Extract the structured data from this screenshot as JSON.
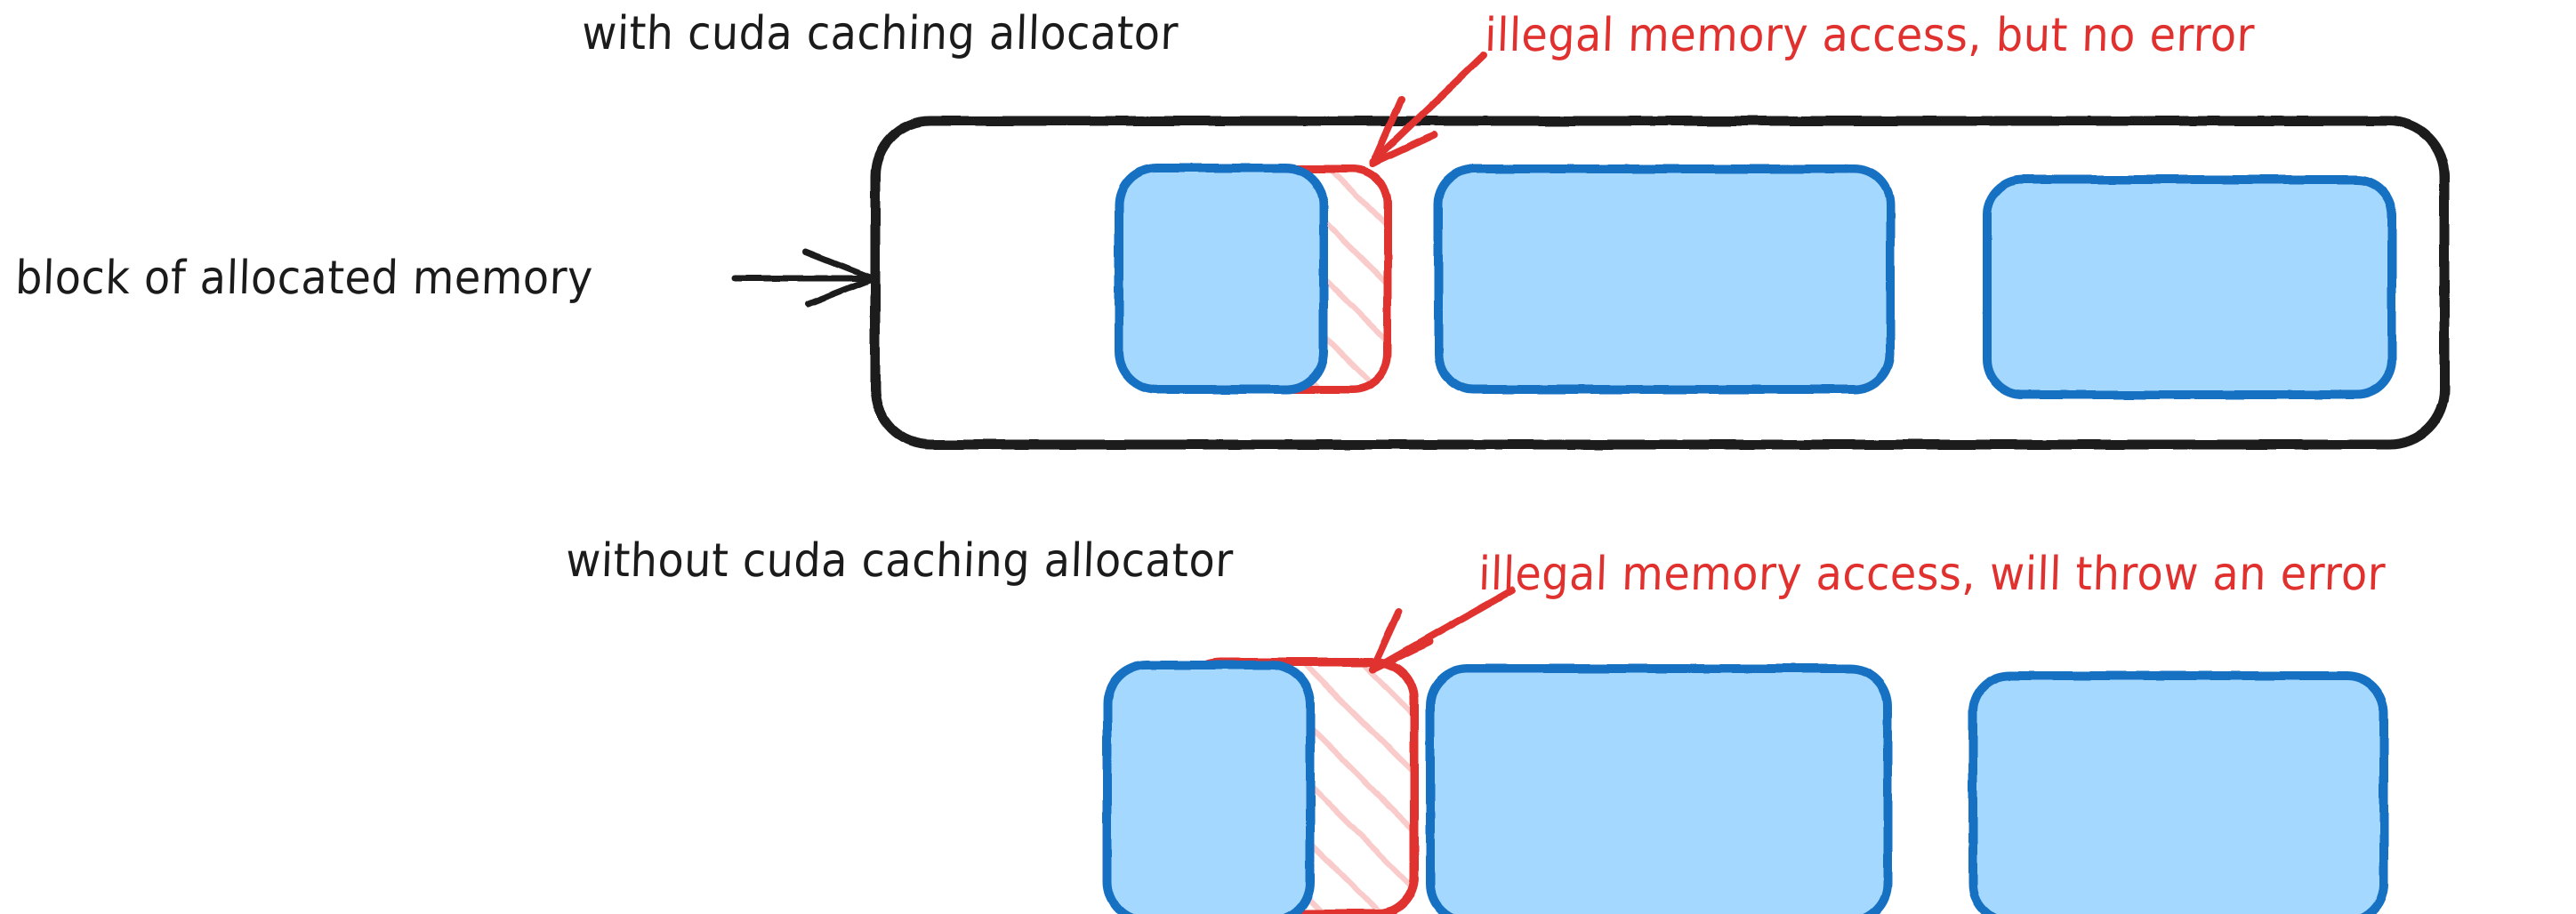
{
  "diagram": {
    "title_top": "with cuda caching allocator",
    "title_bottom": "without cuda caching allocator",
    "side_label": "block of allocated memory",
    "annotation_top": "illegal memory access, but no error",
    "annotation_bottom": "illegal memory access, will throw an error",
    "colors": {
      "block_outline": "#1b1b1b",
      "tensor_fill": "#a5d8ff",
      "tensor_stroke": "#1971c2",
      "illegal_stroke": "#e0312f",
      "illegal_hatch": "#f8c8c8",
      "annotation_text": "#e0312f",
      "label_text": "#1b1b1b",
      "background": "#ffffff"
    },
    "rows": [
      {
        "id": "with-allocator",
        "caption": "with cuda caching allocator",
        "has_memory_block": true,
        "tensors": [
          {
            "name": "tensor-1",
            "kind": "allocated"
          },
          {
            "name": "tensor-2",
            "kind": "allocated"
          },
          {
            "name": "tensor-3",
            "kind": "allocated"
          }
        ],
        "illegal_region": {
          "name": "illegal-access-region",
          "kind": "illegal",
          "note": "illegal memory access, but no error"
        }
      },
      {
        "id": "without-allocator",
        "caption": "without cuda caching allocator",
        "has_memory_block": false,
        "tensors": [
          {
            "name": "tensor-1",
            "kind": "allocated"
          },
          {
            "name": "tensor-2",
            "kind": "allocated"
          },
          {
            "name": "tensor-3",
            "kind": "allocated"
          }
        ],
        "illegal_region": {
          "name": "illegal-access-region",
          "kind": "illegal",
          "note": "illegal memory access, will throw an error"
        }
      }
    ]
  }
}
